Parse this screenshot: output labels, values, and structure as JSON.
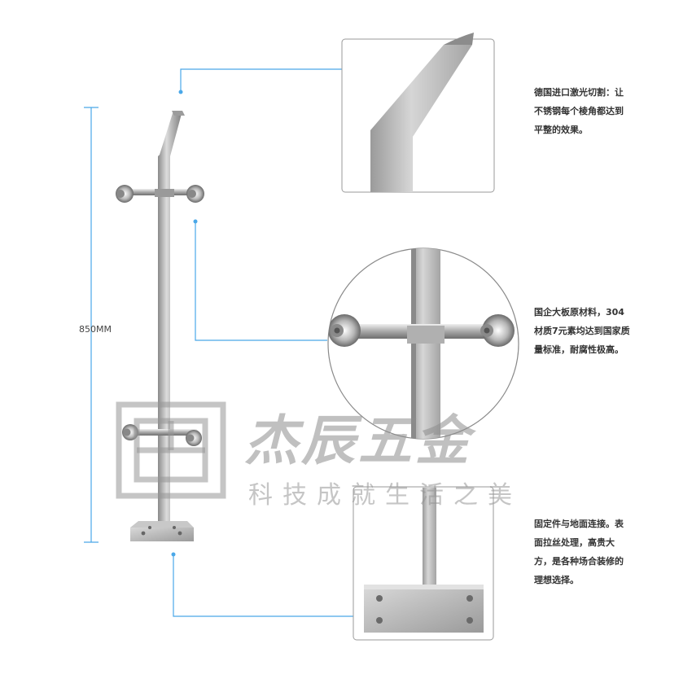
{
  "dimension": {
    "label": "850MM"
  },
  "captions": {
    "laser": "德国进口激光切割：让不锈钢每个棱角都达到平整的效果。",
    "material": "国企大板原材料，304材质7元素均达到国家质量标准，耐腐性极高。",
    "base": "固定件与地面连接。表面拉丝处理，高贵大方，是各种场合装修的理想选择。"
  },
  "watermark": {
    "brand": "杰辰五金",
    "slogan": "科技成就生活之美"
  },
  "colors": {
    "leader": "#4aa8e8",
    "steel_light": "#e2e2e2",
    "steel_dark": "#8e8e8e"
  }
}
